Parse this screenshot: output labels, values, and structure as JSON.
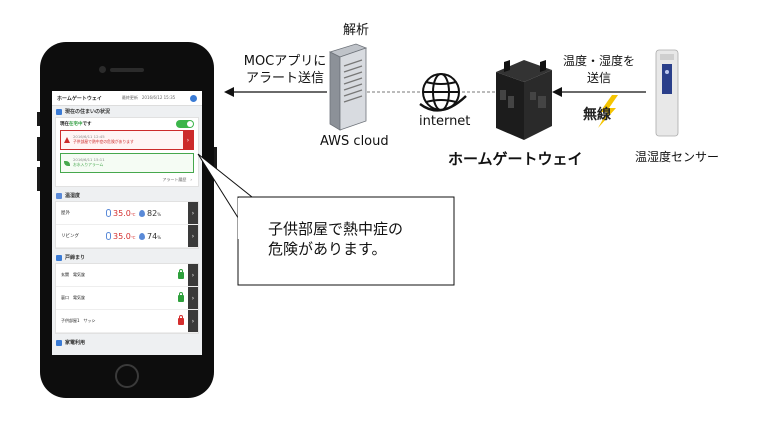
{
  "app": {
    "title": "ホームゲートウェイ",
    "updated": "最終更新　2016/6/12 15:35"
  },
  "status_section": {
    "title": "現在の住まいの状況",
    "status_prefix": "現在",
    "status_highlight": "在宅中",
    "status_suffix": "です",
    "toggle_label": "在宅"
  },
  "alerts": [
    {
      "date": "2016/6/11 12:45",
      "message": "子供部屋で熱中症の危険があります",
      "level": "danger"
    },
    {
      "date": "2016/6/11 15:11",
      "message": "お水入りアラーム",
      "level": "ok"
    }
  ],
  "alert_history_link": "アラート履歴　›",
  "environment": {
    "title": "温湿度",
    "rows": [
      {
        "name": "屋外",
        "temp": "35.0",
        "temp_unit": "℃",
        "humidity": "82",
        "hum_unit": "%"
      },
      {
        "name": "リビング",
        "temp": "35.0",
        "temp_unit": "℃",
        "humidity": "74",
        "hum_unit": "%"
      }
    ]
  },
  "locks": {
    "title": "戸締まり",
    "rows": [
      {
        "name": "玄関　電気錠",
        "state": "closed"
      },
      {
        "name": "裏口　電気錠",
        "state": "closed"
      },
      {
        "name": "子供部屋1　サッシ",
        "state": "open"
      }
    ]
  },
  "energy": {
    "title": "家電利用"
  },
  "callout": {
    "line1": "子供部屋で熱中症の",
    "line2": "危険があります。"
  },
  "labels": {
    "analysis": "解析",
    "moc_line1": "MOCアプリに",
    "moc_line2": "アラート送信",
    "aws": "AWS cloud",
    "internet": "internet",
    "gateway": "ホームゲートウェイ",
    "sensor_send_line1": "温度・湿度を",
    "sensor_send_line2": "送信",
    "wireless": "無線",
    "sensor": "温湿度センサー"
  },
  "colors": {
    "danger": "#cc2b2b",
    "ok": "#46a84d",
    "accent": "#3a7bd5",
    "lightning": "#f5c400"
  }
}
